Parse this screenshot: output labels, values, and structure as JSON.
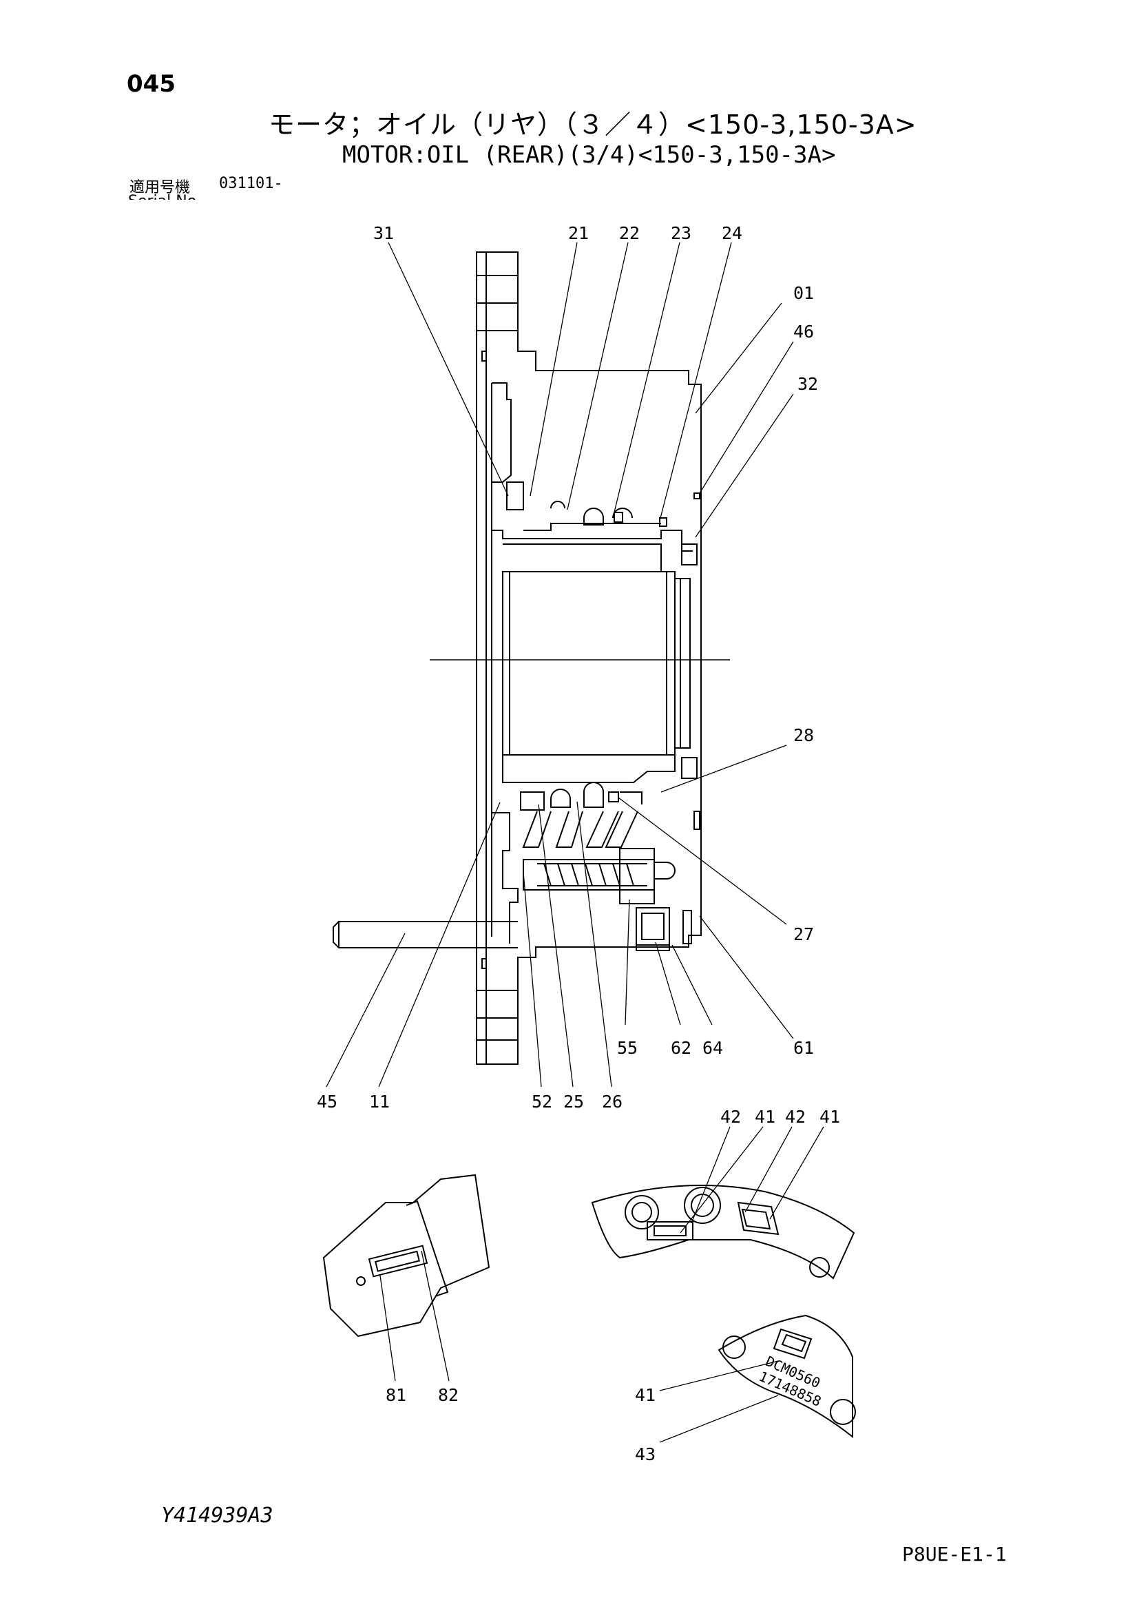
{
  "header": {
    "page_number": "045",
    "title_jp": "モータ；オイル（リヤ）（３／４）<150-3,150-3A>",
    "title_en": "MOTOR:OIL (REAR)(3/4)<150-3,150-3A>",
    "serial_label": "適用号機",
    "serial_value": "031101-",
    "serial_label_en": "Serial No."
  },
  "callouts": {
    "c31": "31",
    "c21": "21",
    "c22": "22",
    "c23": "23",
    "c24": "24",
    "c01": "01",
    "c46": "46",
    "c32": "32",
    "c28": "28",
    "c27": "27",
    "c61": "61",
    "c45": "45",
    "c11": "11",
    "c52": "52",
    "c25": "25",
    "c26": "26",
    "c55": "55",
    "c62": "62",
    "c64": "64",
    "c42a": "42",
    "c41a": "41",
    "c42b": "42",
    "c41b": "41",
    "c81": "81",
    "c82": "82",
    "c41c": "41",
    "c43": "43"
  },
  "plate_text": {
    "line1": "DCM0560",
    "line2": "17148858"
  },
  "footer": {
    "drawing_number": "Y414939A3",
    "page_code": "P8UE-E1-1"
  }
}
